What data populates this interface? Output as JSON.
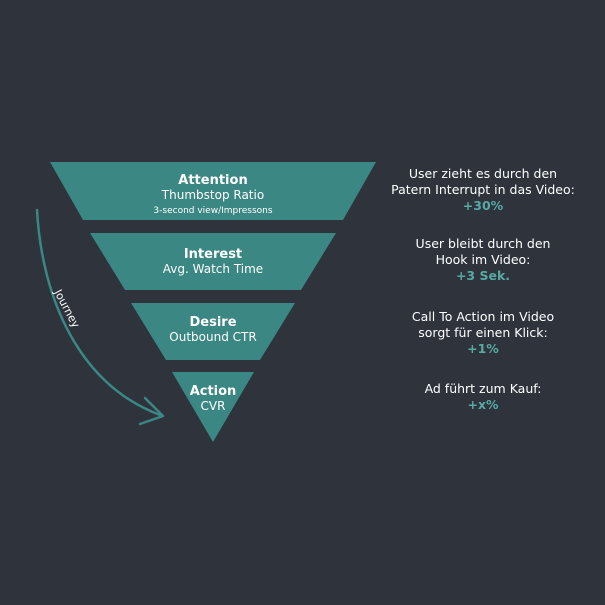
{
  "colors": {
    "background": "#2e333c",
    "funnel": "#3a8783",
    "accent": "#58a9a4",
    "text": "#ffffff"
  },
  "journey_label": "Journey",
  "stages": [
    {
      "title": "Attention",
      "metric": "Thumbstop Ratio",
      "sub": "3-second view/Impressons",
      "desc_lines": [
        "User zieht es durch den",
        "Patern Interrupt in das Video:"
      ],
      "value": "+30%"
    },
    {
      "title": "Interest",
      "metric": "Avg. Watch Time",
      "sub": "",
      "desc_lines": [
        "User bleibt durch den",
        "Hook im Video:"
      ],
      "value": "+3 Sek."
    },
    {
      "title": "Desire",
      "metric": "Outbound CTR",
      "sub": "",
      "desc_lines": [
        "Call To Action im Video",
        "sorgt für einen Klick:"
      ],
      "value": "+1%"
    },
    {
      "title": "Action",
      "metric": "CVR",
      "sub": "",
      "desc_lines": [
        "Ad führt zum Kauf:"
      ],
      "value": "+x%"
    }
  ]
}
